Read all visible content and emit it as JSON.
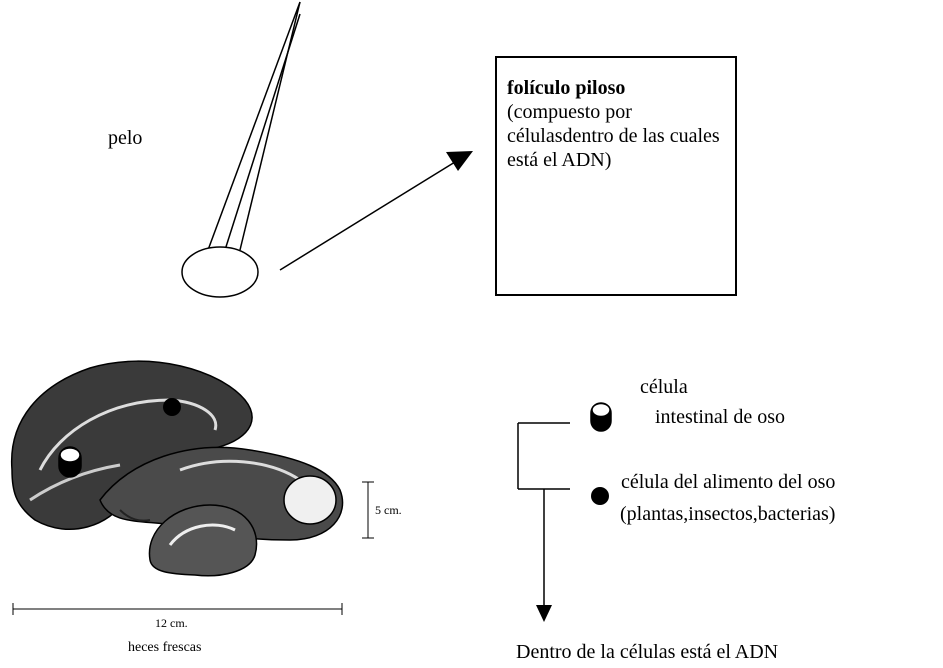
{
  "hair": {
    "label": "pelo"
  },
  "follicle_box": {
    "title": "folículo piloso",
    "description": "(compuesto por célulasdentro de las cuales está el ADN)"
  },
  "feces": {
    "height_label": "5 cm.",
    "width_label": "12 cm.",
    "caption": "heces frescas"
  },
  "cells": {
    "intestinal_label_line1": "célula",
    "intestinal_label_line2": "intestinal de oso",
    "food_label_line1": "célula del alimento del oso",
    "food_label_line2": "(plantas,insectos,bacterias)"
  },
  "conclusion": {
    "text": "Dentro de la células está el ADN"
  }
}
